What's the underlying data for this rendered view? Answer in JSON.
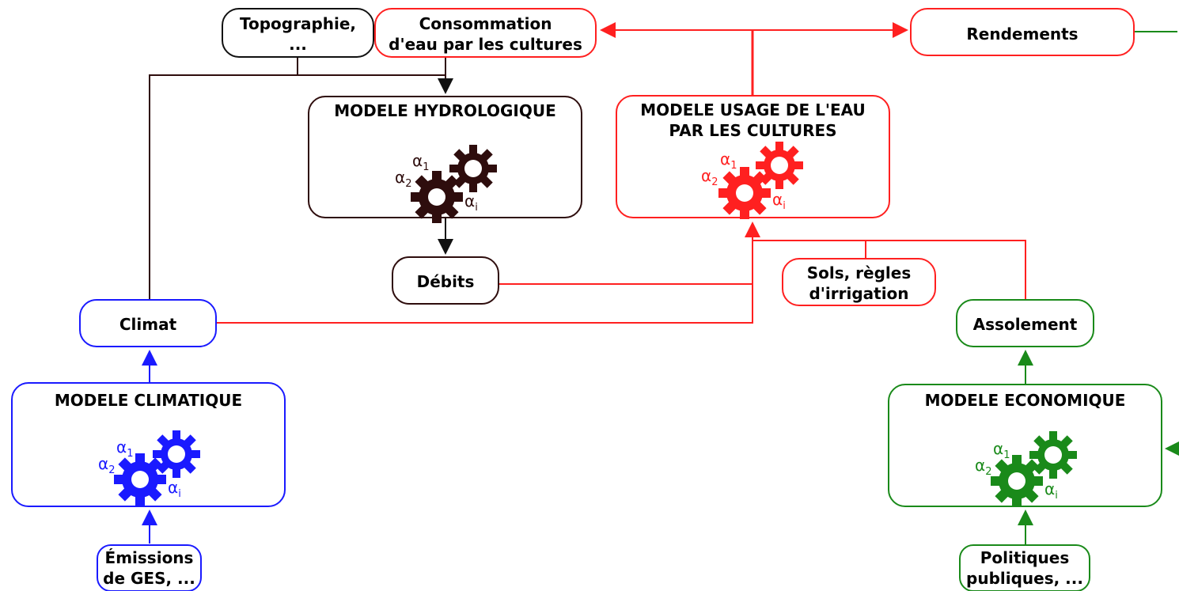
{
  "colors": {
    "climate": "#1a1aff",
    "water_use": "#ff2020",
    "economic": "#1a8a1a",
    "hydrology": "#2e0d0d",
    "neutral": "#111111"
  },
  "boxes": {
    "topographie": "Topographie,\n...",
    "consommation": "Consommation\nd'eau par les cultures",
    "rendements": "Rendements",
    "modele_hydrologique": "MODELE HYDROLOGIQUE",
    "modele_usage": "MODELE USAGE DE L'EAU\nPAR LES CULTURES",
    "debits": "Débits",
    "sols": "Sols, règles\nd'irrigation",
    "climat": "Climat",
    "assolement": "Assolement",
    "modele_climatique": "MODELE CLIMATIQUE",
    "modele_economique": "MODELE ECONOMIQUE",
    "emissions": "Émissions\nde GES, ...",
    "politiques": "Politiques\npubliques, ..."
  },
  "params": {
    "alpha": "α",
    "sub1": "1",
    "sub2": "2",
    "subi": "i"
  }
}
